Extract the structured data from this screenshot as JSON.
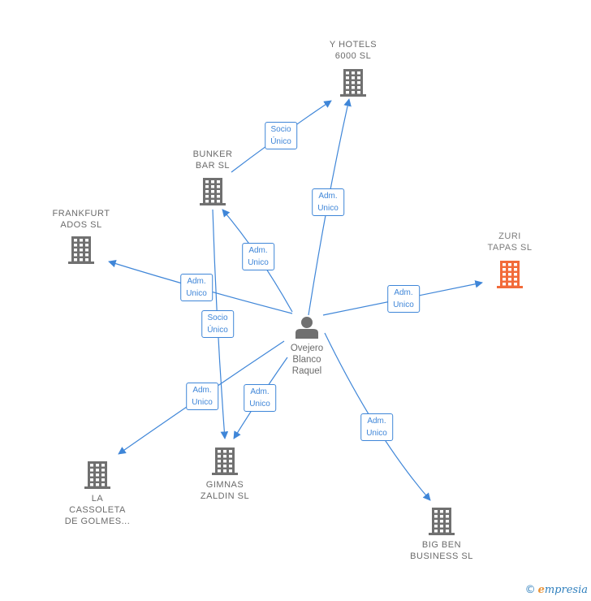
{
  "colors": {
    "edge": "#3f86d8",
    "building": "#707070",
    "building_highlight": "#f26b3a",
    "person": "#707070",
    "label": "#6b6b6b"
  },
  "person": {
    "label": "Ovejero\nBlanco\nRaquel",
    "icon": "person-icon"
  },
  "companies": [
    {
      "id": "yhotels",
      "label": "Y HOTELS\n6000  SL",
      "icon": "building-icon",
      "highlight": false
    },
    {
      "id": "bunker",
      "label": "BUNKER\nBAR  SL",
      "icon": "building-icon",
      "highlight": false
    },
    {
      "id": "frankfurt",
      "label": "FRANKFURT\nADOS  SL",
      "icon": "building-icon",
      "highlight": false
    },
    {
      "id": "zuri",
      "label": "ZURI\nTAPAS  SL",
      "icon": "building-icon",
      "highlight": true
    },
    {
      "id": "gimnas",
      "label": "GIMNAS\nZALDIN  SL",
      "icon": "building-icon",
      "highlight": false
    },
    {
      "id": "cassoleta",
      "label": "LA\nCASSOLETA\nDE GOLMES...",
      "icon": "building-icon",
      "highlight": false
    },
    {
      "id": "bigben",
      "label": "BIG BEN\nBUSINESS  SL",
      "icon": "building-icon",
      "highlight": false
    }
  ],
  "edges": [
    {
      "from": "person",
      "to": "yhotels",
      "label": "Adm.\nUnico"
    },
    {
      "from": "bunker",
      "to": "yhotels",
      "label": "Socio\nÚnico"
    },
    {
      "from": "person",
      "to": "bunker",
      "label": "Adm.\nUnico"
    },
    {
      "from": "person",
      "to": "frankfurt",
      "label": "Adm.\nUnico"
    },
    {
      "from": "person",
      "to": "zuri",
      "label": "Adm.\nUnico"
    },
    {
      "from": "bunker",
      "to": "gimnas",
      "label": "Socio\nÚnico"
    },
    {
      "from": "person",
      "to": "cassoleta",
      "label": "Adm.\nUnico"
    },
    {
      "from": "person",
      "to": "gimnas",
      "label": "Adm.\nUnico"
    },
    {
      "from": "person",
      "to": "bigben",
      "label": "Adm.\nUnico"
    }
  ],
  "footer": {
    "copyright_symbol": "©",
    "brand_initial": "e",
    "brand_rest": "mpresia"
  }
}
